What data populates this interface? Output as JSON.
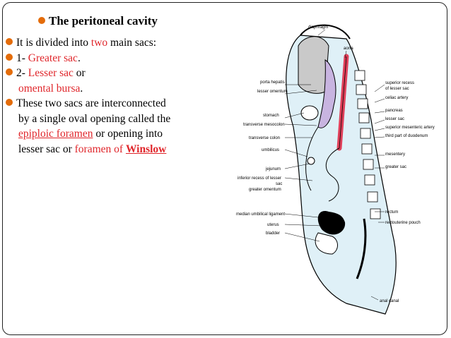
{
  "title": "The peritoneal cavity",
  "bullets": {
    "b1_text": "It is divided into ",
    "b1_red": "two",
    "b1_tail": " main sacs:",
    "b2_prefix": "1- ",
    "b2_red": "Greater sac",
    "b2_tail": ".",
    "b3_prefix": "2- ",
    "b3_red": "Lesser sac",
    "b3_tail": " or",
    "b3_line2_red": "omental bursa",
    "b3_line2_tail": ".",
    "b4_l1": "These two sacs are interconnected",
    "b4_l2": "by a single oval opening called  the",
    "b4_l3_red": "epiploic foramen",
    "b4_l3_tail": " or opening into",
    "b4_l4_prefix": "lesser sac or ",
    "b4_l4_red": "foramen of ",
    "b4_l4_bold": "Winslow"
  },
  "figure_labels": {
    "diaphragm": "diaphragm",
    "aorta": "aorta",
    "porta_hepatis": "porta hepatis",
    "lesser_omentum": "lesser omentum",
    "superior_recess": "superior recess",
    "of_lesser_sac": "of lesser sac",
    "celiac_artery": "celiac artery",
    "pancreas": "pancreas",
    "lesser_sac": "lesser sac",
    "stomach": "stomach",
    "sma": "superior mesenteric artery",
    "transverse_mesocolon": "transverse mesocolon",
    "third_part_duodenum": "third part of duodenum",
    "transverse_colon": "transverse colon",
    "mesentery": "mesentery",
    "umbilicus": "umbilicus",
    "greater_sac": "greater sac",
    "jejunum": "jejunum",
    "inferior_recess": "inferior recess of lesser",
    "sac": "sac",
    "greater_omentum": "greater omentum",
    "rectum": "rectum",
    "rectouterine_pouch": "rectouterine pouch",
    "median_umbilical": "median umbilical ligament",
    "uterus": "uterus",
    "bladder": "bladder",
    "anal_canal": "anal canal"
  }
}
